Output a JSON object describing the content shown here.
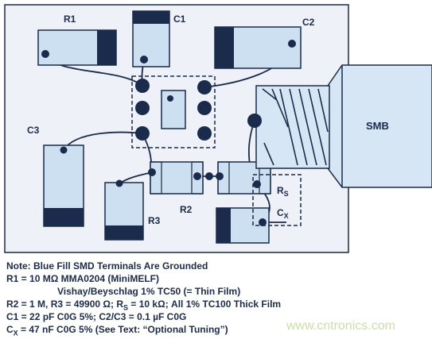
{
  "diagram": {
    "labels": {
      "r1": "R1",
      "c1": "C1",
      "c2": "C2",
      "c3": "C3",
      "r2": "R2",
      "r3": "R3",
      "rs_main": "R",
      "rs_sub": "S",
      "cx_main": "C",
      "cx_sub": "X",
      "smb": "SMB"
    },
    "colors": {
      "board_fill": "#eef2f8",
      "outline": "#1b2b4b",
      "terminal_fill": "#1b2b4b",
      "component_fill": "#cde0f1",
      "smb_fill": "#d6e6f4"
    }
  },
  "notes": {
    "line1": "Note: Blue Fill SMD Terminals Are Grounded",
    "line2": "R1 = 10 MΩ MMA0204 (MiniMELF)",
    "line3": "Vishay/Beyschlag 1% TC50 (= Thin Film)",
    "line4_pre": "R2 = 1 M, R3 = 49900 Ω; R",
    "line4_sub": "S",
    "line4_post": " = 10 kΩ; All 1% TC100 Thick Film",
    "line5": "C1 = 22 pF C0G 5%; C2/C3 = 0.1 µF C0G",
    "line6_pre": "C",
    "line6_sub": "X",
    "line6_post": " = 47 nF C0G 5% (See Text: “Optional Tuning”)"
  },
  "watermark": "www.cntronics.com"
}
